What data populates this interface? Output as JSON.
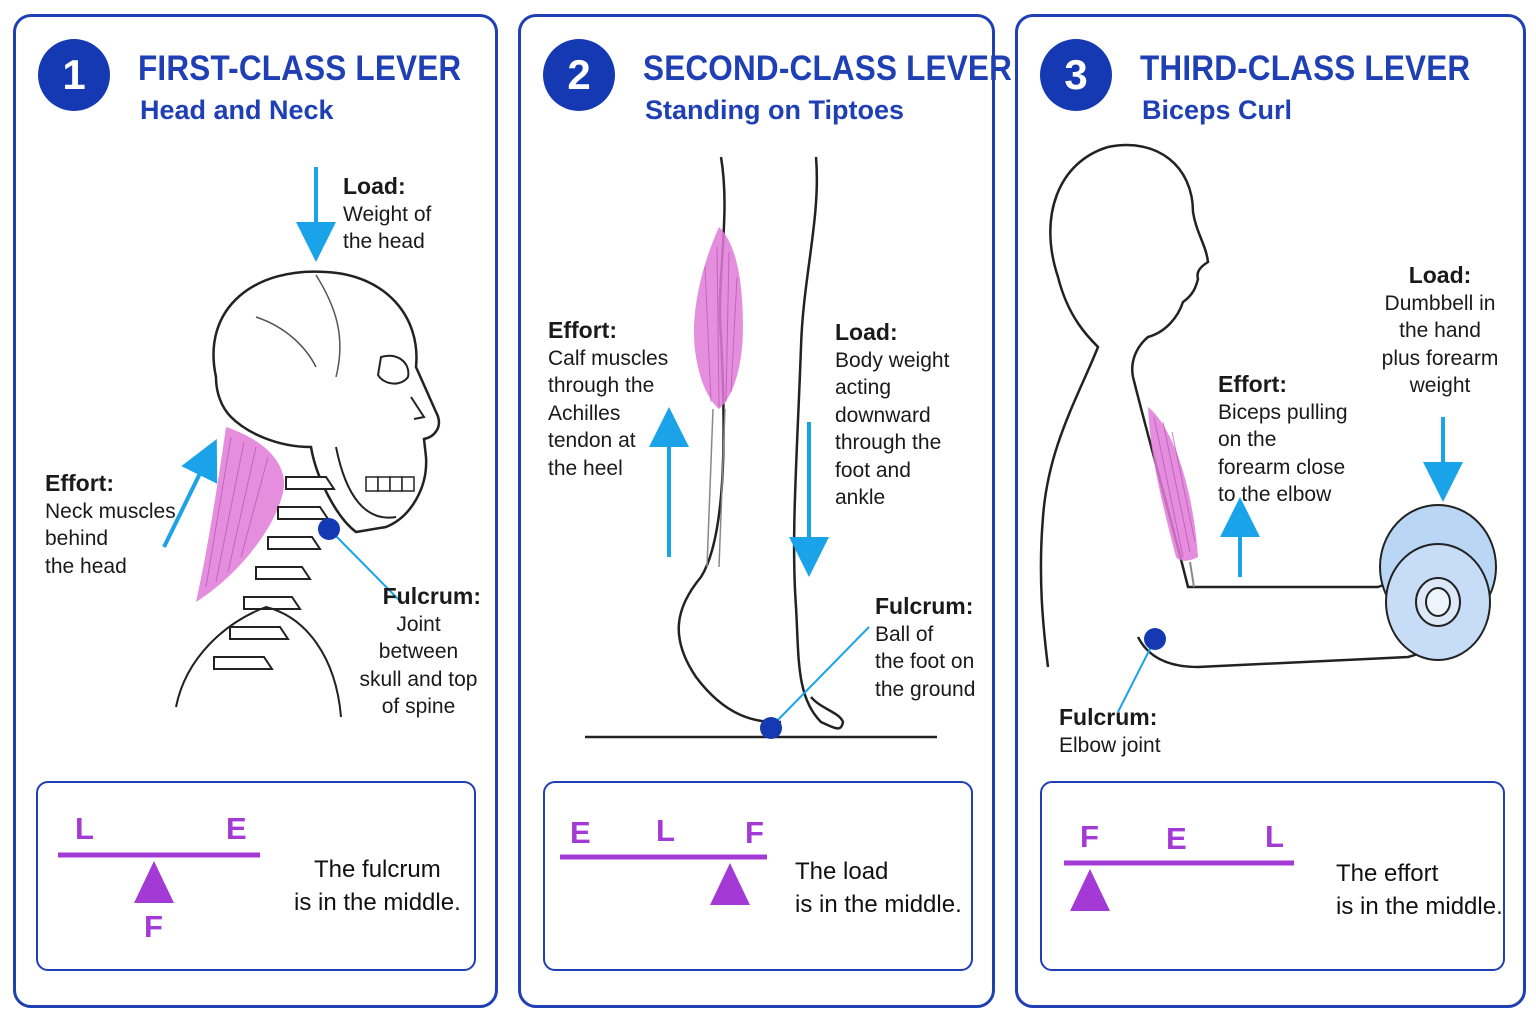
{
  "panels": [
    {
      "number": "1",
      "title": "FIRST-CLASS LEVER",
      "subtitle": "Head and Neck",
      "load": {
        "head": "Load:",
        "body": "Weight of\nthe head"
      },
      "effort": {
        "head": "Effort:",
        "body": "Neck muscles\nbehind\nthe head"
      },
      "fulcrum": {
        "head": "Fulcrum:",
        "body": "Joint between\nskull and top\nof spine"
      },
      "order": [
        "L",
        "E",
        "F"
      ],
      "summary": "The fulcrum\nis in the middle."
    },
    {
      "number": "2",
      "title": "SECOND-CLASS LEVER",
      "subtitle": "Standing on Tiptoes",
      "effort": {
        "head": "Effort:",
        "body": "Calf muscles\nthrough the\nAchilles\ntendon at\nthe heel"
      },
      "load": {
        "head": "Load:",
        "body": "Body weight\nacting\ndownward\nthrough the\nfoot and\nankle"
      },
      "fulcrum": {
        "head": "Fulcrum:",
        "body": "Ball of\nthe foot on\nthe ground"
      },
      "order": [
        "E",
        "L",
        "F"
      ],
      "summary": "The load\nis in the middle."
    },
    {
      "number": "3",
      "title": "THIRD-CLASS LEVER",
      "subtitle": "Biceps Curl",
      "load": {
        "head": "Load:",
        "body": "Dumbbell in\nthe hand\nplus forearm\nweight"
      },
      "effort": {
        "head": "Effort:",
        "body": "Biceps pulling\non the\nforearm close\nto the elbow"
      },
      "fulcrum": {
        "head": "Fulcrum:",
        "body": "Elbow joint"
      },
      "order": [
        "F",
        "E",
        "L"
      ],
      "summary": "The effort\nis in the middle."
    }
  ],
  "colors": {
    "frame": "#1f3fb5",
    "arrow": "#1aa3e8",
    "muscle": "#e07ad8",
    "fulcrum_dot": "#1539b3",
    "lever_accent": "#a43ad6",
    "dumbbell": "#b9d6f5"
  }
}
